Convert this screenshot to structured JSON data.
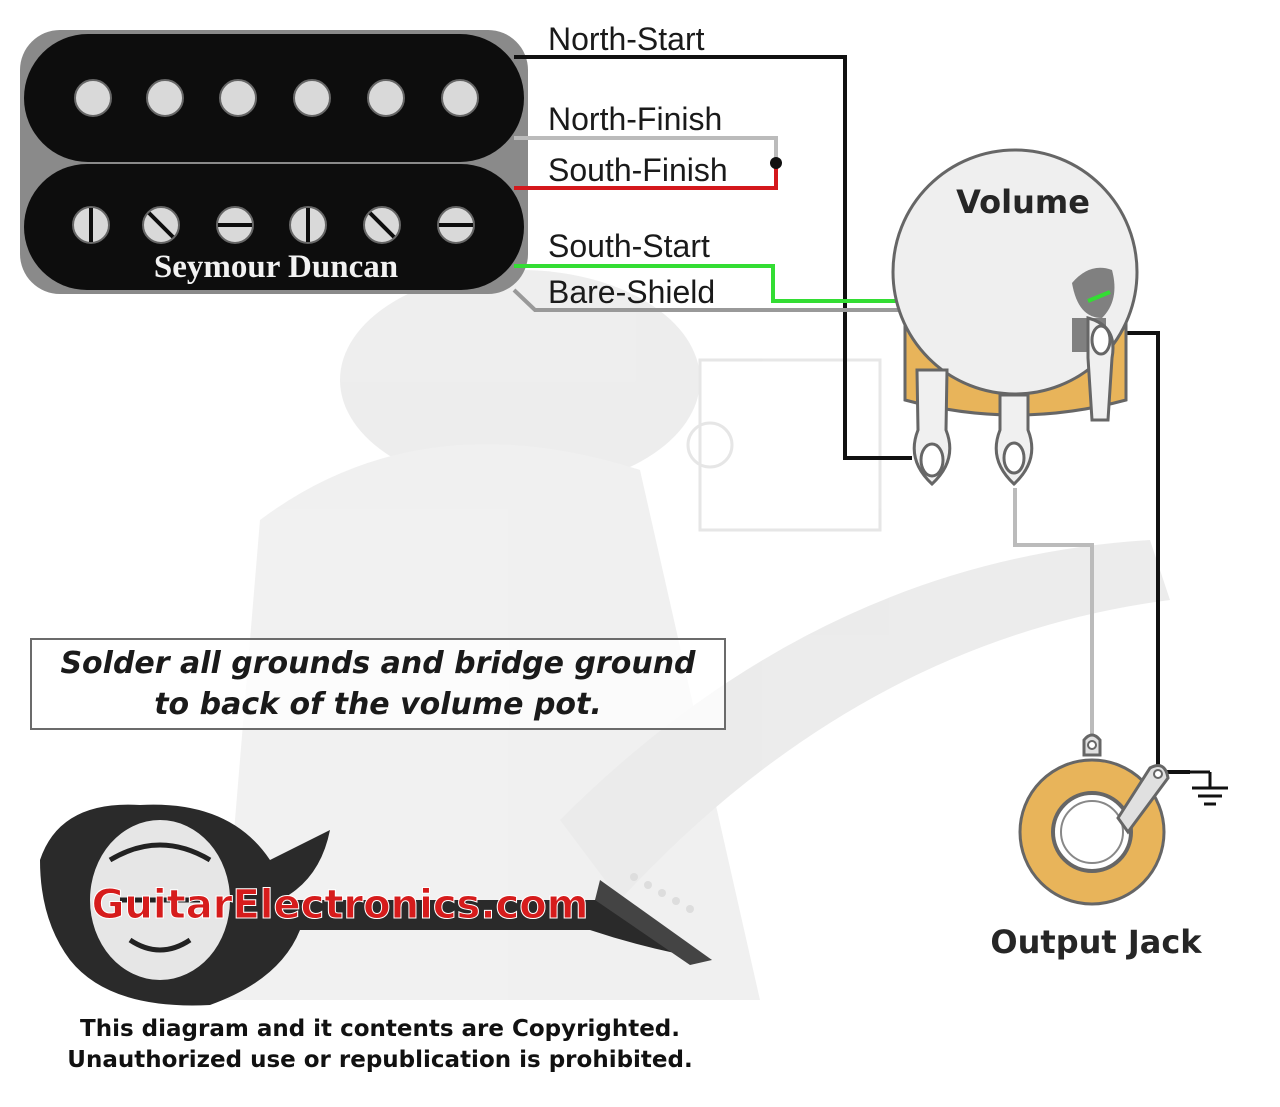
{
  "pickup": {
    "brand": "Seymour Duncan",
    "wires": {
      "north_start": "North-Start",
      "north_finish": "North-Finish",
      "south_finish": "South-Finish",
      "south_start": "South-Start",
      "bare_shield": "Bare-Shield"
    }
  },
  "components": {
    "volume_label": "Volume",
    "output_jack_label": "Output Jack"
  },
  "note": {
    "line1": "Solder all grounds and bridge ground",
    "line2": "to back of the volume pot."
  },
  "logo": {
    "text": "GuitarElectronics.com"
  },
  "copyright": {
    "line1": "This diagram and it contents are Copyrighted.",
    "line2": "Unauthorized use or republication is prohibited."
  },
  "colors": {
    "north_start_wire": "#111111",
    "north_finish_wire": "#bbbbbb",
    "south_finish_wire": "#d4181c",
    "south_start_wire": "#33dd33",
    "bare_shield_wire": "#999999",
    "pot_casing": "#e8b45a",
    "jack_ring": "#e8b45a",
    "logo_text": "#d61c1c"
  }
}
